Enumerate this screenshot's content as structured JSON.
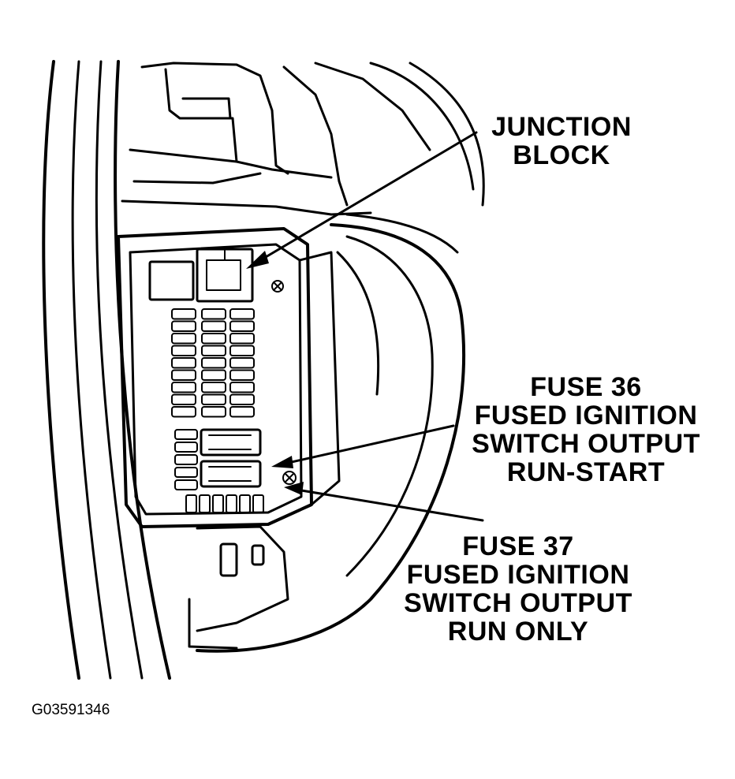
{
  "labels": {
    "junction_block": [
      "JUNCTION",
      "BLOCK"
    ],
    "fuse_36": [
      "FUSE 36",
      "FUSED IGNITION",
      "SWITCH OUTPUT",
      "RUN-START"
    ],
    "fuse_37": [
      "FUSE 37",
      "FUSED IGNITION",
      "SWITCH OUTPUT",
      "RUN ONLY"
    ]
  },
  "figure_id": "G03591346",
  "colors": {
    "ink": "#000000",
    "background": "#ffffff"
  }
}
